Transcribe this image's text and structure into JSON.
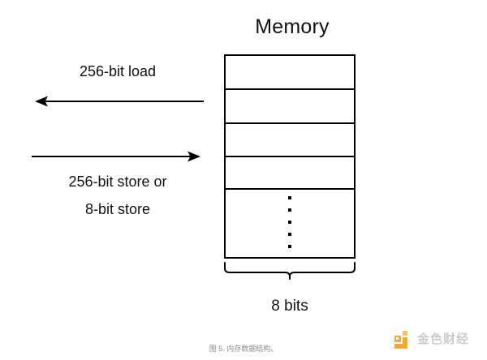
{
  "figure": {
    "title": "Memory",
    "caption": "图 5. 内存数据结构。"
  },
  "diagram": {
    "type": "block-diagram",
    "background_color": "#ffffff",
    "stroke_color": "#000000",
    "memory_column": {
      "label": "Memory",
      "cell_count_drawn": 5,
      "cells": [
        {
          "name": "row-1",
          "content": ""
        },
        {
          "name": "row-2",
          "content": ""
        },
        {
          "name": "row-3",
          "content": ""
        },
        {
          "name": "row-4",
          "content": ""
        },
        {
          "name": "row-continuation",
          "content": "",
          "ellipsis": true,
          "ellipsis_dots": 5
        }
      ],
      "width_label": "8 bits",
      "width_brace": "curly-brace-down"
    },
    "arrows": [
      {
        "name": "load-arrow",
        "direction": "left",
        "label": "256-bit load",
        "label_position": "above"
      },
      {
        "name": "store-arrow",
        "direction": "right",
        "label_line_1": "256-bit store or",
        "label_line_2": "8-bit store",
        "label_position": "below"
      }
    ]
  },
  "labels": {
    "load": "256-bit load",
    "store_line_1": "256-bit store or",
    "store_line_2": "8-bit store",
    "bit_width": "8 bits"
  },
  "watermark": {
    "text": "金色财经",
    "logo_colors": [
      "#F5A623",
      "#F7C04A"
    ],
    "text_color": "#c9c9c9"
  }
}
